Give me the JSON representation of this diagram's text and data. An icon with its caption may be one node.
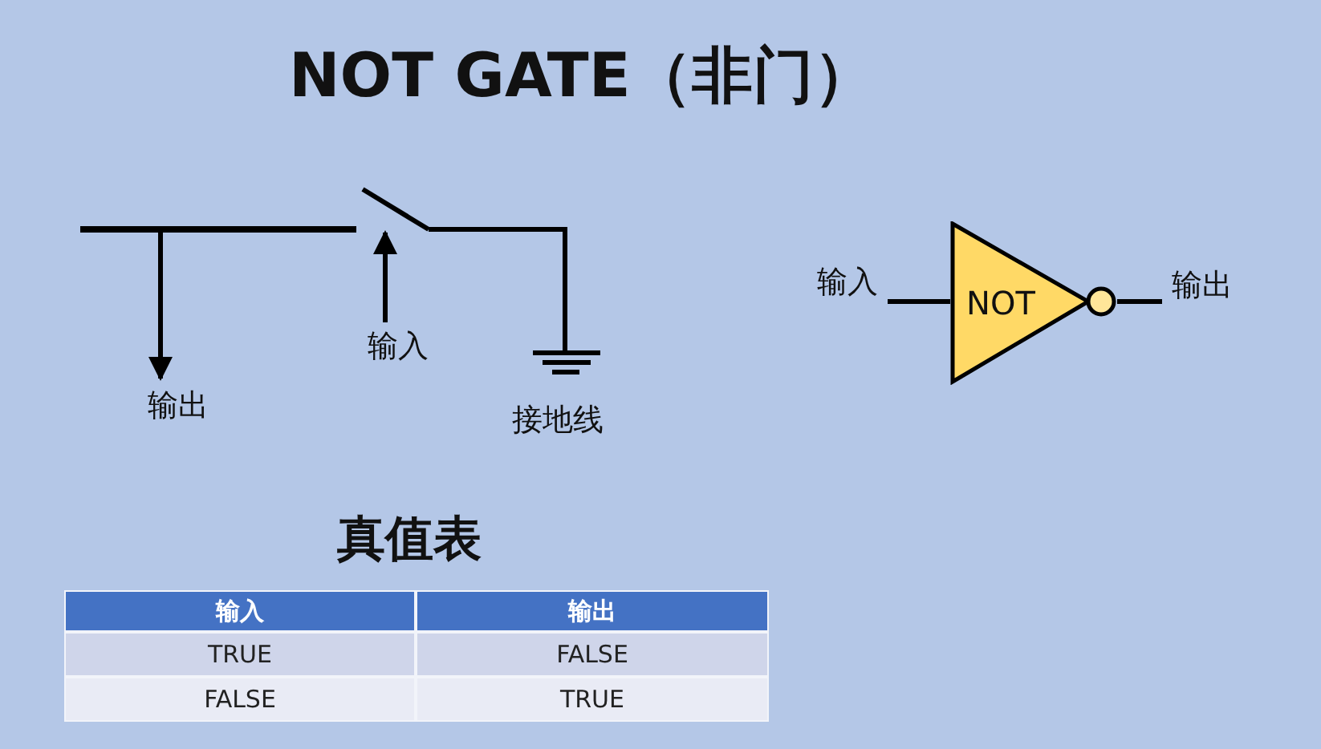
{
  "diagram": {
    "title": "NOT GATE（非门）",
    "nodes": [
      {
        "text": [
          "NOT"
        ]
      },
      {
        "text": [
          "输入"
        ]
      },
      {
        "text": [
          "输出"
        ]
      },
      {
        "text": [
          "输出"
        ]
      },
      {
        "text": [
          "输入"
        ]
      },
      {
        "text": [],
        "shape": "line"
      },
      {
        "text": [],
        "shape": "switch"
      }
    ],
    "edges": [
      {
        "from": 1,
        "to": 0,
        "arrow": "none"
      },
      {
        "from": 0,
        "to": 2,
        "arrow": "none"
      },
      {
        "from": 5,
        "to": 3,
        "arrow": "to"
      },
      {
        "from": 4,
        "to": 6,
        "arrow": "to"
      }
    ],
    "labels": [
      "接地线",
      "真值表",
      "输入",
      "输出",
      "TRUE",
      "FALSE",
      "FALSE",
      "TRUE"
    ]
  }
}
